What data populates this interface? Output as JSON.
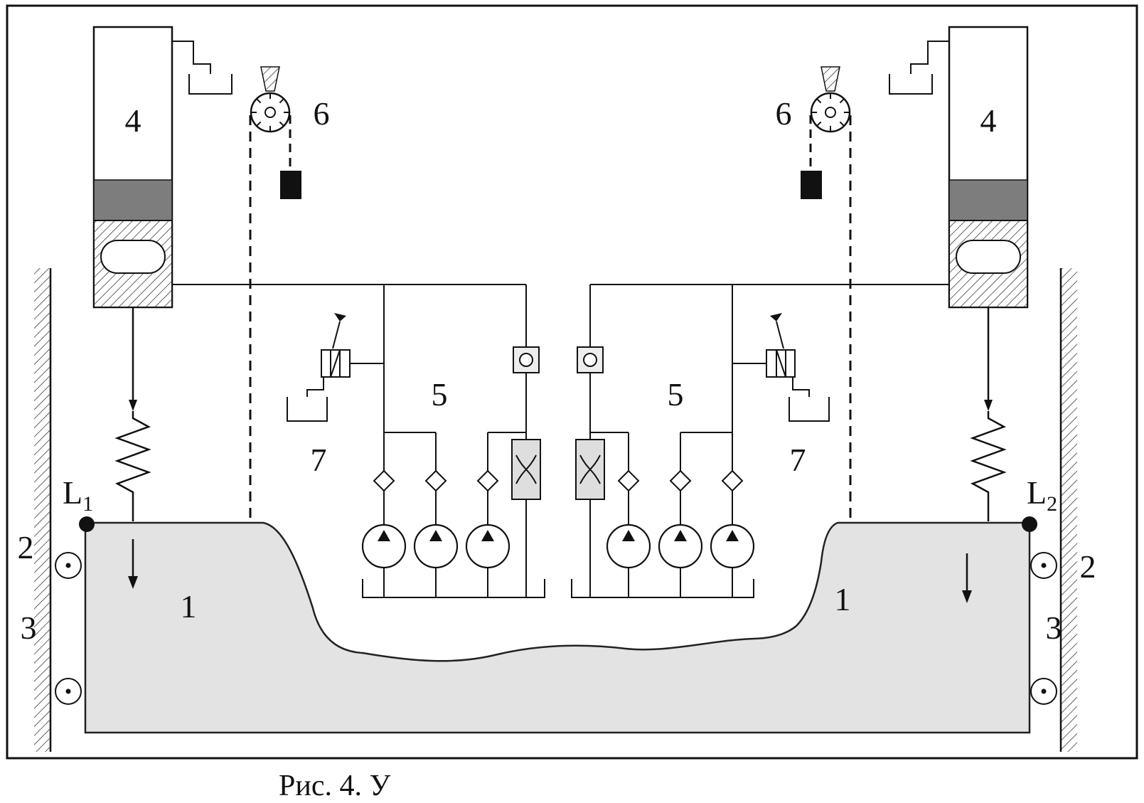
{
  "caption": "Рис. 4. У",
  "colors": {
    "mass_fill": "#e3e3e3",
    "piston_fill": "#7d7d7d",
    "throttle_fill": "#dedede",
    "valve_square_fill": "#ededed",
    "weight_fill": "#111111"
  },
  "labels": {
    "cylinder_left": "4",
    "cylinder_right": "4",
    "pulley_left": "6",
    "pulley_right": "6",
    "pumpgroup_left": "5",
    "pumpgroup_right": "5",
    "valve_left": "7",
    "valve_right": "7",
    "mass_left": "1",
    "mass_right": "1",
    "guide_left": "2",
    "guide_right": "2",
    "roller_left": "3",
    "roller_right": "3",
    "point_l1_base": "L",
    "point_l1_sub": "1",
    "point_l2_base": "L",
    "point_l2_sub": "2"
  }
}
